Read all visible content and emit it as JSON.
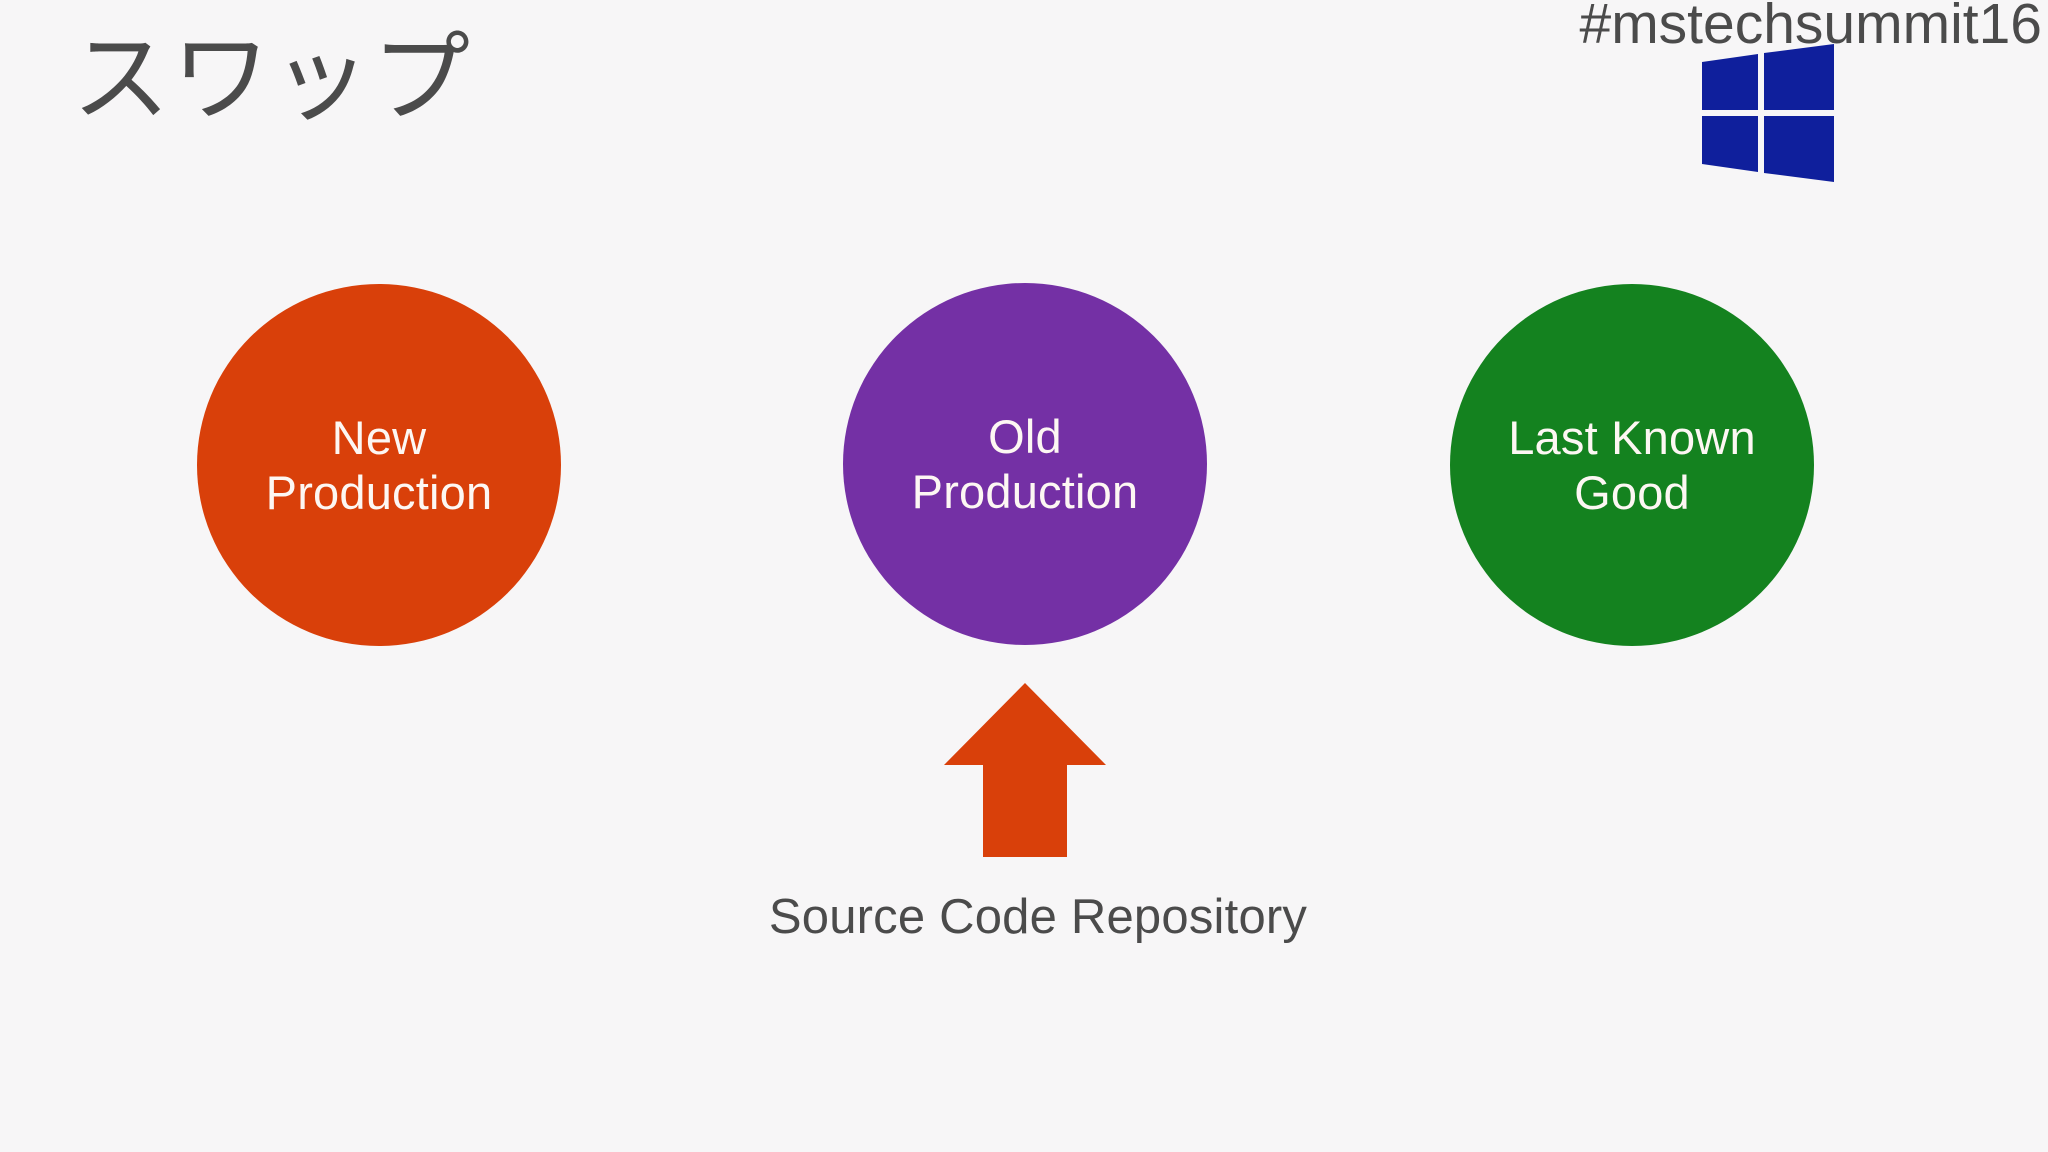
{
  "slide": {
    "background_color": "#f7f6f7",
    "title": "スワップ",
    "title_color": "#4b4b4b",
    "hashtag": "#mstechsummit16",
    "logo_name": "windows-logo",
    "logo_color": "#0f1f9c",
    "nodes": [
      {
        "id": "new-production",
        "label": "New\nProduction",
        "color": "#d9400a",
        "text_color": "#fdf7f3"
      },
      {
        "id": "old-production",
        "label": "Old\nProduction",
        "color": "#7430a5",
        "text_color": "#fdf7f3"
      },
      {
        "id": "last-known-good",
        "label": "Last Known\nGood",
        "color": "#14821f",
        "text_color": "#fdf7f3"
      }
    ],
    "arrow": {
      "name": "up-arrow",
      "color": "#d9400a",
      "points_to": "old-production"
    },
    "caption": "Source Code Repository",
    "caption_color": "#4b4b4b"
  }
}
